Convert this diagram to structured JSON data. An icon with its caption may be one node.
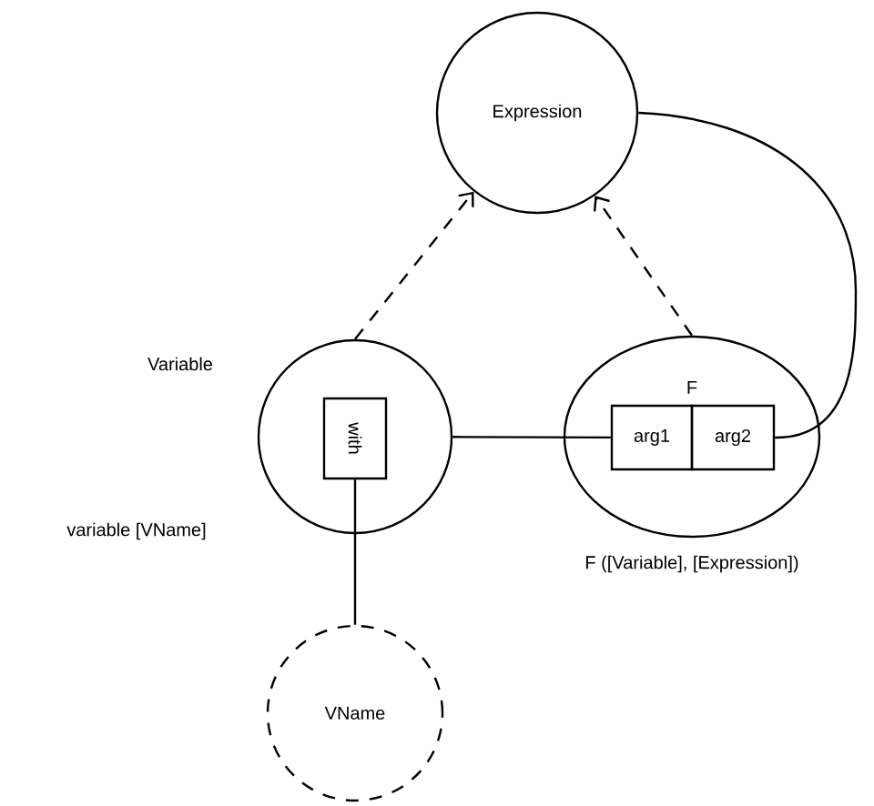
{
  "diagram": {
    "nodes": [
      {
        "text": [
          "Expression"
        ]
      },
      {
        "text": [
          "Variable"
        ],
        "beside": [
          "variable [VName]"
        ]
      },
      {
        "text": [
          "with"
        ],
        "in": 1
      },
      {
        "text": [
          "F"
        ],
        "beside": [
          "F ([Variable], [Expression])"
        ]
      },
      {
        "text": [
          "arg1"
        ],
        "in": 3
      },
      {
        "text": [
          "arg2"
        ],
        "in": 3
      },
      {
        "text": [
          "VName"
        ]
      }
    ],
    "edges": [
      {
        "from": 1,
        "to": 0,
        "arrow": "to",
        "style": "dashed"
      },
      {
        "from": 3,
        "to": 0,
        "arrow": "to",
        "style": "dashed"
      },
      {
        "from": 1,
        "to": 4,
        "arrow": "none"
      },
      {
        "from": 5,
        "to": 0,
        "arrow": "none"
      },
      {
        "from": 2,
        "to": 6,
        "arrow": "none"
      }
    ]
  }
}
